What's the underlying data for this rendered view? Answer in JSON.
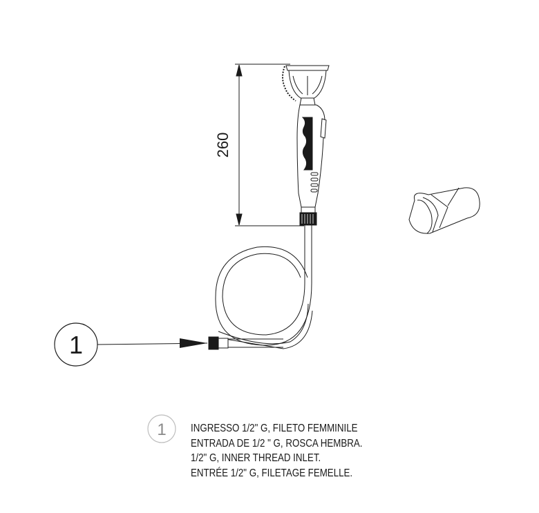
{
  "dimension": {
    "value": "260"
  },
  "callout": {
    "number": "1"
  },
  "legend": {
    "number": "1",
    "lines": [
      "INGRESSO 1/2\" G, FILETO FEMMINILE",
      "ENTRADA DE 1/2 \" G, ROSCA HEMBRA.",
      "1/2\" G, INNER THREAD INLET.",
      "ENTRÉE 1/2\" G, FILETAGE FEMELLE."
    ]
  },
  "colors": {
    "line": "#1a1a1a",
    "legend_circle": "#bdbdbd",
    "legend_number": "#8a8a8a"
  }
}
